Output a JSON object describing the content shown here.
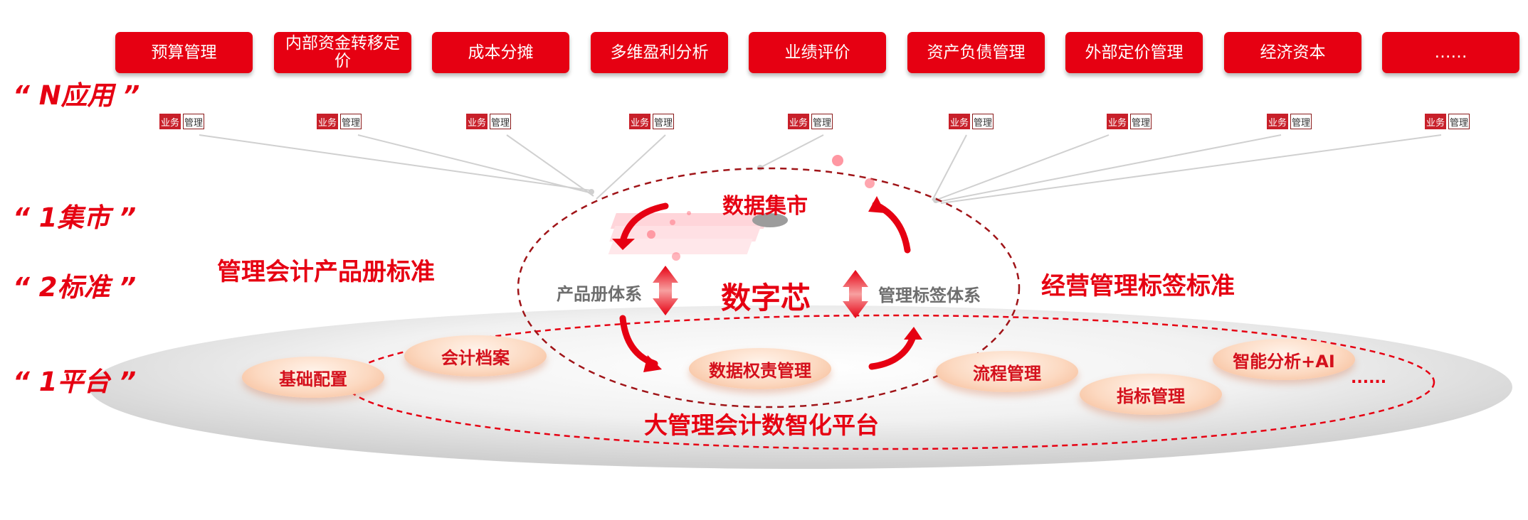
{
  "apps": [
    {
      "label": "预算管理"
    },
    {
      "label": "内部资金转移定价"
    },
    {
      "label": "成本分摊"
    },
    {
      "label": "多维盈利分析"
    },
    {
      "label": "业绩评价"
    },
    {
      "label": "资产负债管理"
    },
    {
      "label": "外部定价管理"
    },
    {
      "label": "经济资本"
    },
    {
      "label": "……"
    }
  ],
  "tags": {
    "business": "业务",
    "management": "管理"
  },
  "row_labels": {
    "n_apps": "“ N应用 ”",
    "one_mart": "“ 1集市 ”",
    "two_standards": "“ 2标准 ”",
    "one_platform": "“ 1平台 ”"
  },
  "standards": {
    "left": "管理会计产品册标准",
    "right": "经营管理标签标准"
  },
  "core": {
    "data_mart": "数据集市",
    "digital_core": "数字芯",
    "product_system": "产品册体系",
    "tag_system": "管理标签体系",
    "data_rights": "数据权责管理"
  },
  "platform": {
    "title": "大管理会计数智化平台",
    "modules": [
      "基础配置",
      "会计档案",
      "流程管理",
      "指标管理",
      "智能分析+AI"
    ],
    "more": "......"
  },
  "colors": {
    "brand_red": "#e60012",
    "dark_red": "#a01418",
    "peach": "#f5b892"
  }
}
